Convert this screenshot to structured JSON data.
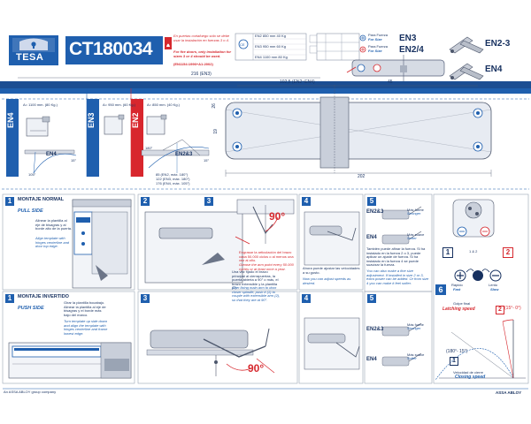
{
  "header": {
    "brand": "TESA",
    "model": "CT180034",
    "warning_es": "En puertas cortafuego sólo se debe usar la instalación en fuerzas 3 o 4.",
    "warning_en": "For fire doors, only installation for sizes 3 or 4 should be used.",
    "warning_std": "(EN1154:1996+A1:2002)",
    "force_es": "Para Fuerza",
    "force_en": "For Size",
    "size_en3": "EN3",
    "size_en24": "EN2/4",
    "size_en23": "EN2-3",
    "size_en4": "EN4"
  },
  "spec_table": {
    "rows": [
      {
        "code": "EN2",
        "width": "850 mm",
        "weight": "40 Kg"
      },
      {
        "code": "EN3",
        "width": "950 mm",
        "weight": "60 Kg"
      },
      {
        "code": "EN4",
        "width": "1100 mm",
        "weight": "80 Kg"
      }
    ]
  },
  "dims": {
    "d216": "216 (EN3)",
    "d1025": "102,5 (EN2~EN4)",
    "d45": "45",
    "d26": "26",
    "d19": "19",
    "d202": "202",
    "d85": "85 (EN2, máx. 180°)",
    "d122": "122 (EN3, máx. 180°)",
    "d176": "176 (EN4, máx. 105°)"
  },
  "variants": [
    {
      "tab": "EN4",
      "text": "A= 1100 mm. (80 Kg.)",
      "sub": "EN4",
      "angle": "15°",
      "angle2": "105°"
    },
    {
      "tab": "EN3",
      "text": "A= 950 mm. (60 Kg.)",
      "sub": "EN2&3",
      "angle": "15°",
      "angle2": "180°"
    },
    {
      "tab": "EN2",
      "text": "A= 850 mm. (40 Kg.)",
      "sub": "",
      "angle": "",
      "angle2": ""
    }
  ],
  "steps": {
    "s1_title_es": "MONTAJE NORMAL",
    "s1_title_en": "PULL SIDE",
    "s1_text_es": "Alinear la plantilla al eje de bisagras y al borde alto de la puerta.",
    "s1_text_en": "Align template with hinges centerline and door top edge.",
    "s1b_title_es": "MONTAJE INVERTIDO",
    "s1b_title_en": "PUSH SIDE",
    "s1b_text_es": "Girar la plantilla bocabajo. Alinear la plantilla al eje de bisagras y el borde más bajo del marco.",
    "s1b_text_en": "Turn template up side down and align the template with hinges centerline and frame lowest edge.",
    "s3_angle": "90°",
    "s3_note_es": "Engrasar la articulación del brazo cada 50.000 ciclos o al menos una vez al año.",
    "s3_note_en": "Grease the arm point every 50.000 cycles or at least once a year.",
    "s3b_text_es": "Una vez fijado el brazo principal al cierrapuertas, la puerta abierta a 90° o más, el brazo extensible y la plantilla (2).",
    "s3b_text_en": "After fixing main arm to door closer spindle, push it (1) to couple with extensible arm (2), so that they are at 90°.",
    "s3b_angle": "90°",
    "s4_text_es": "Ahora puede ajustar las velocidades a su gusto.",
    "s4_text_en": "Now you can adjust speeds as desired.",
    "s5_en23": "EN2&3",
    "s5_en4": "EN4",
    "s5_more_es": "Más fuerte",
    "s5_more_en": "Stronger",
    "s5_less_es": "Más suave",
    "s5_less_en": "Softer",
    "s5_text_es": "También puede afinar la fuerza. Si ha instalado en la fuerza 2 o 3, puede aplicar un ajuste de fuerza. Si ha instalado en la fuerza 4 se puede suavizar la fuerza.",
    "s5_text_en": "You can also make a fine size adjustment. If installed in size 2 or 3, extra power can be added. Or from size 4 you can make it feel softer.",
    "s6_fast_es": "Rápido",
    "s6_fast_en": "Fast",
    "s6_slow_es": "Lento",
    "s6_slow_en": "Slow",
    "s6_n1": "1",
    "s6_n2": "2",
    "s6_amp": "1 & 2",
    "s6_latch_es": "Golpe final",
    "s6_latch_en": "Latching speed",
    "s6_latch_angle": "(15°- 0°)",
    "s6_close_angle": "(180°- 15°)",
    "s6_close_es": "Velocidad de cierre",
    "s6_close_en": "Closing speed"
  },
  "footer": {
    "left": "An ASSA ABLOY group company",
    "right": "ASSA ABLOY"
  },
  "colors": {
    "brand_blue": "#1f5fae",
    "navy": "#16305f",
    "red": "#d6282e",
    "band_red": "#d8262d"
  }
}
